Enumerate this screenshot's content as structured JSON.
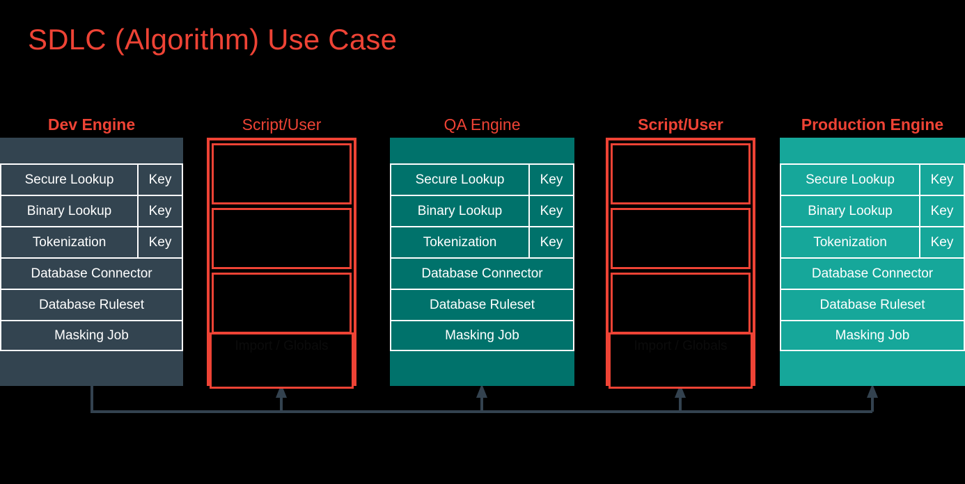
{
  "slide": {
    "title": "SDLC (Algorithm) Use Case",
    "background_color": "#000000",
    "accent_color": "#EE4335",
    "connector_color": "#33424F"
  },
  "row_labels": {
    "secure_lookup": "Secure Lookup",
    "binary_lookup": "Binary Lookup",
    "tokenization": "Tokenization",
    "database_connector": "Database Connector",
    "database_ruleset": "Database Ruleset",
    "masking_job": "Masking Job",
    "key": "Key"
  },
  "columns": [
    {
      "id": "dev-engine",
      "kind": "engine",
      "header": "Dev Engine",
      "header_weight": "bold",
      "panel_color": "#334450",
      "rows": [
        {
          "label": "Secure Lookup",
          "key": "Key"
        },
        {
          "label": "Binary Lookup",
          "key": "Key"
        },
        {
          "label": "Tokenization",
          "key": "Key"
        },
        {
          "label": "Database Connector",
          "key": null
        },
        {
          "label": "Database Ruleset",
          "key": null
        },
        {
          "label": "Masking Job",
          "key": null
        }
      ]
    },
    {
      "id": "script-user-1",
      "kind": "script",
      "header": "Script/User",
      "header_weight": "normal",
      "border_color": "#EE4335",
      "sub_boxes": [
        {
          "label": ""
        },
        {
          "label": ""
        },
        {
          "label": ""
        },
        {
          "label": "Import / Globals"
        }
      ]
    },
    {
      "id": "qa-engine",
      "kind": "engine",
      "header": "QA Engine",
      "header_weight": "normal",
      "panel_color": "#00726B",
      "rows": [
        {
          "label": "Secure Lookup",
          "key": "Key"
        },
        {
          "label": "Binary Lookup",
          "key": "Key"
        },
        {
          "label": "Tokenization",
          "key": "Key"
        },
        {
          "label": "Database Connector",
          "key": null
        },
        {
          "label": "Database Ruleset",
          "key": null
        },
        {
          "label": "Masking Job",
          "key": null
        }
      ]
    },
    {
      "id": "script-user-2",
      "kind": "script",
      "header": "Script/User",
      "header_weight": "bold",
      "border_color": "#EE4335",
      "sub_boxes": [
        {
          "label": ""
        },
        {
          "label": ""
        },
        {
          "label": ""
        },
        {
          "label": "Import / Globals"
        }
      ]
    },
    {
      "id": "production-engine",
      "kind": "engine",
      "header": "Production Engine",
      "header_weight": "bold",
      "panel_color": "#16A79A",
      "rows": [
        {
          "label": "Secure Lookup",
          "key": "Key"
        },
        {
          "label": "Binary Lookup",
          "key": "Key"
        },
        {
          "label": "Tokenization",
          "key": "Key"
        },
        {
          "label": "Database Connector",
          "key": null
        },
        {
          "label": "Database Ruleset",
          "key": null
        },
        {
          "label": "Masking Job",
          "key": null
        }
      ]
    }
  ],
  "flow": {
    "source": "Dev Engine",
    "targets": [
      "Script/User",
      "QA Engine",
      "Script/User",
      "Production Engine"
    ]
  }
}
